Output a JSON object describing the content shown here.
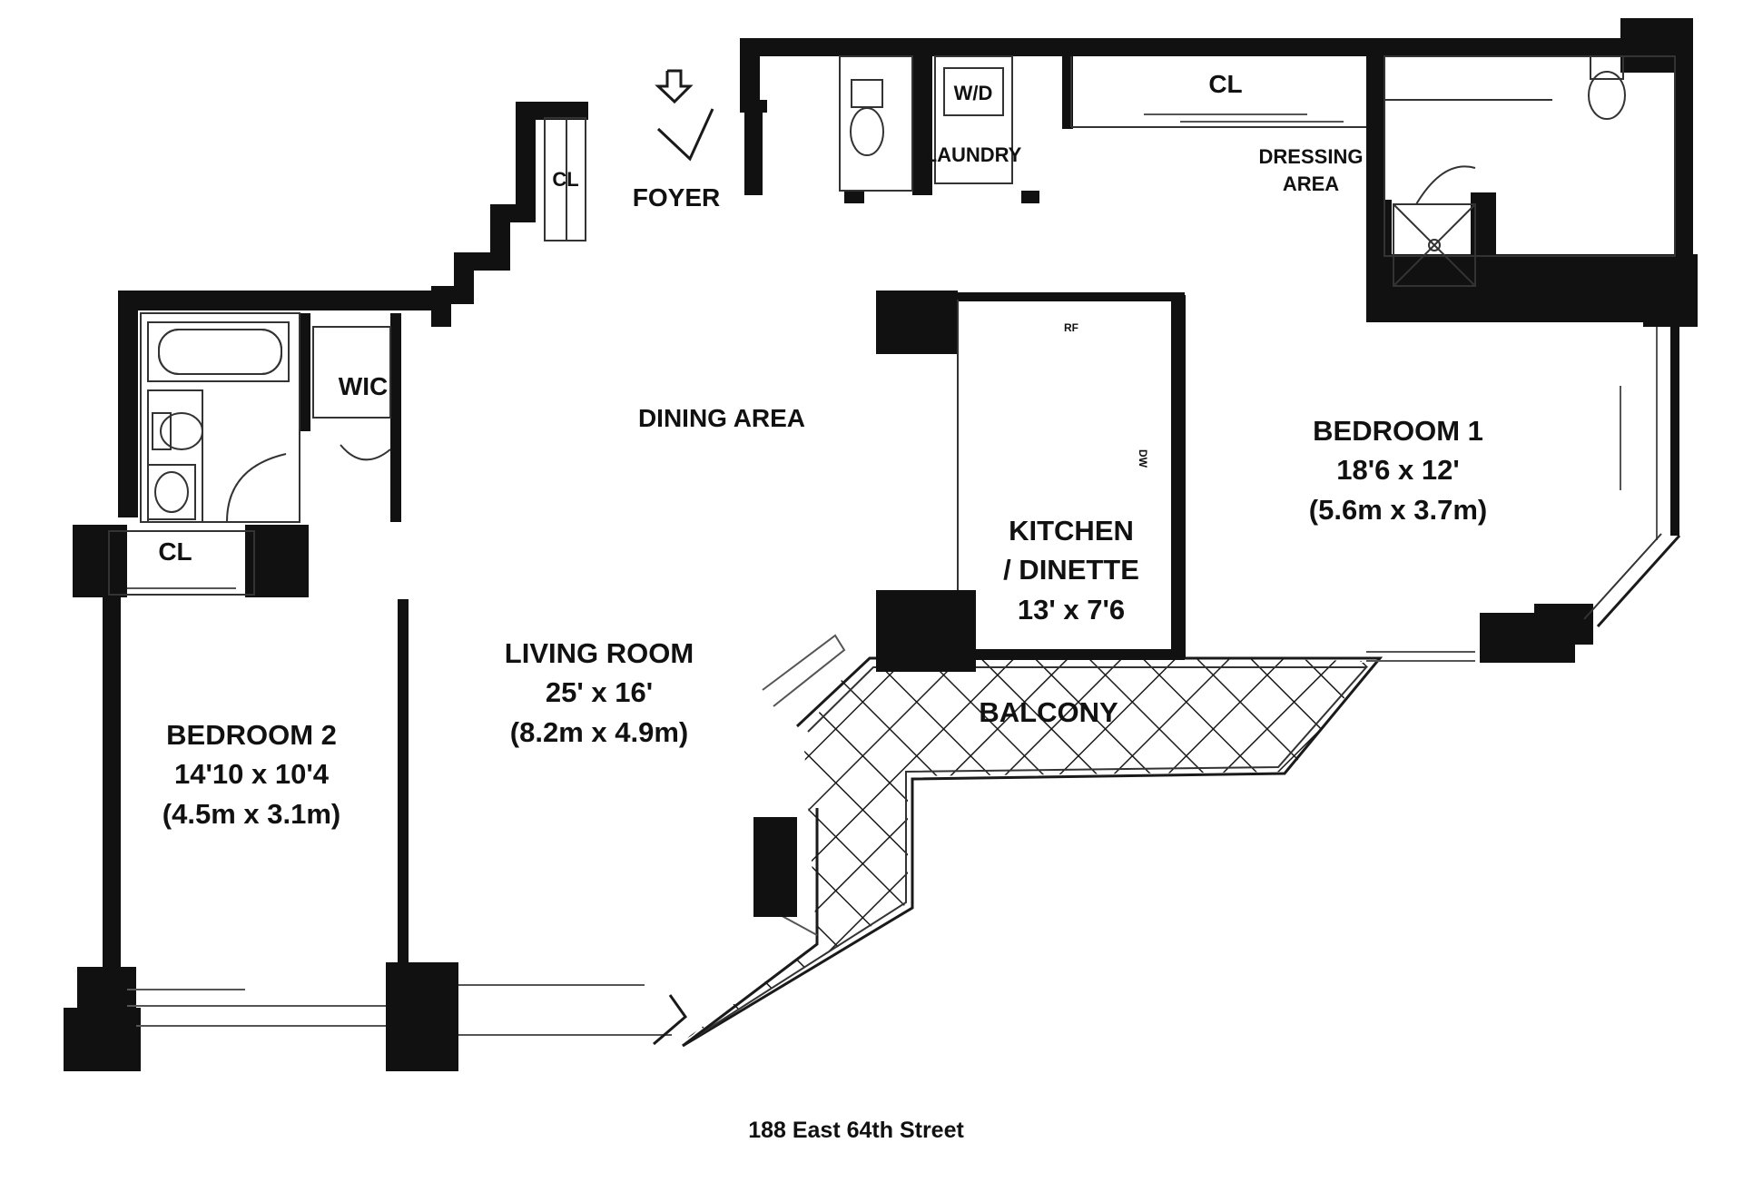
{
  "labels": {
    "foyer": "FOYER",
    "cl_foyer": "CL",
    "wd": "W/D",
    "laundry": "LAUNDRY",
    "cl_top": "CL",
    "dressing_line1": "DRESSING",
    "dressing_line2": "AREA",
    "wic": "WIC",
    "dining": "DINING AREA",
    "rf": "RF",
    "dw": "DW",
    "kitchen_line1": "KITCHEN",
    "kitchen_line2": "/ DINETTE",
    "kitchen_dims": "13' x 7'6",
    "bedroom1_name": "BEDROOM 1",
    "bedroom1_dims": "18'6 x 12'",
    "bedroom1_metric": "(5.6m x 3.7m)",
    "cl_bed2": "CL",
    "living_name": "LIVING ROOM",
    "living_dims": "25' x 16'",
    "living_metric": "(8.2m x 4.9m)",
    "balcony": "BALCONY",
    "bedroom2_name": "BEDROOM 2",
    "bedroom2_dims": "14'10 x 10'4",
    "bedroom2_metric": "(4.5m x 3.1m)"
  },
  "address": "188 East 64th Street",
  "icons": {
    "entry": "entry-arrow-icon",
    "bathtub": "bathtub-icon",
    "toilet": "toilet-icon",
    "sink": "sink-icon",
    "shower": "shower-icon",
    "washer_dryer": "washer-dryer-icon"
  },
  "colors": {
    "wall": "#111111",
    "background": "#ffffff"
  }
}
